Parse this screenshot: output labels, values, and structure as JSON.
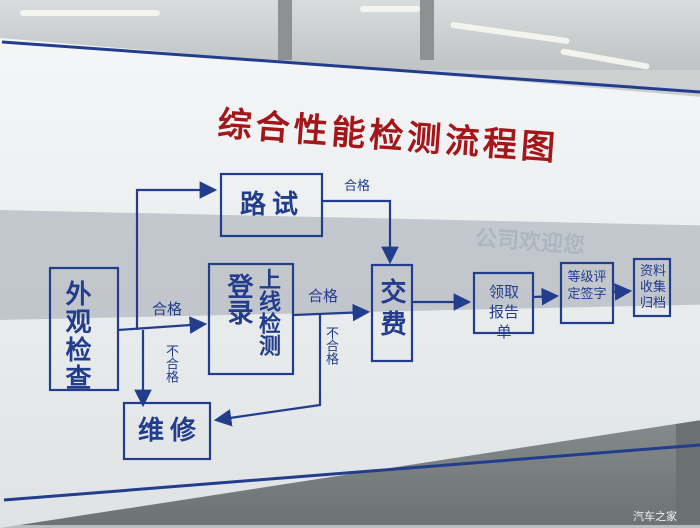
{
  "title": "综合性能检测流程图",
  "boxes": {
    "exterior": "外观检查",
    "road_test": "路试",
    "register": "登录",
    "online_test": "上线检测",
    "pay": "交费",
    "repair": "维修",
    "get_report": "领取报告单",
    "grading": "等级评定签字",
    "archive": "资料收集归档"
  },
  "labels": {
    "pass": "合格",
    "fail": "不合格"
  },
  "background_text": "公司欢迎您",
  "watermark": "汽车之家",
  "colors": {
    "diagram_blue": "#233d8d",
    "title_red": "#a3161a"
  }
}
